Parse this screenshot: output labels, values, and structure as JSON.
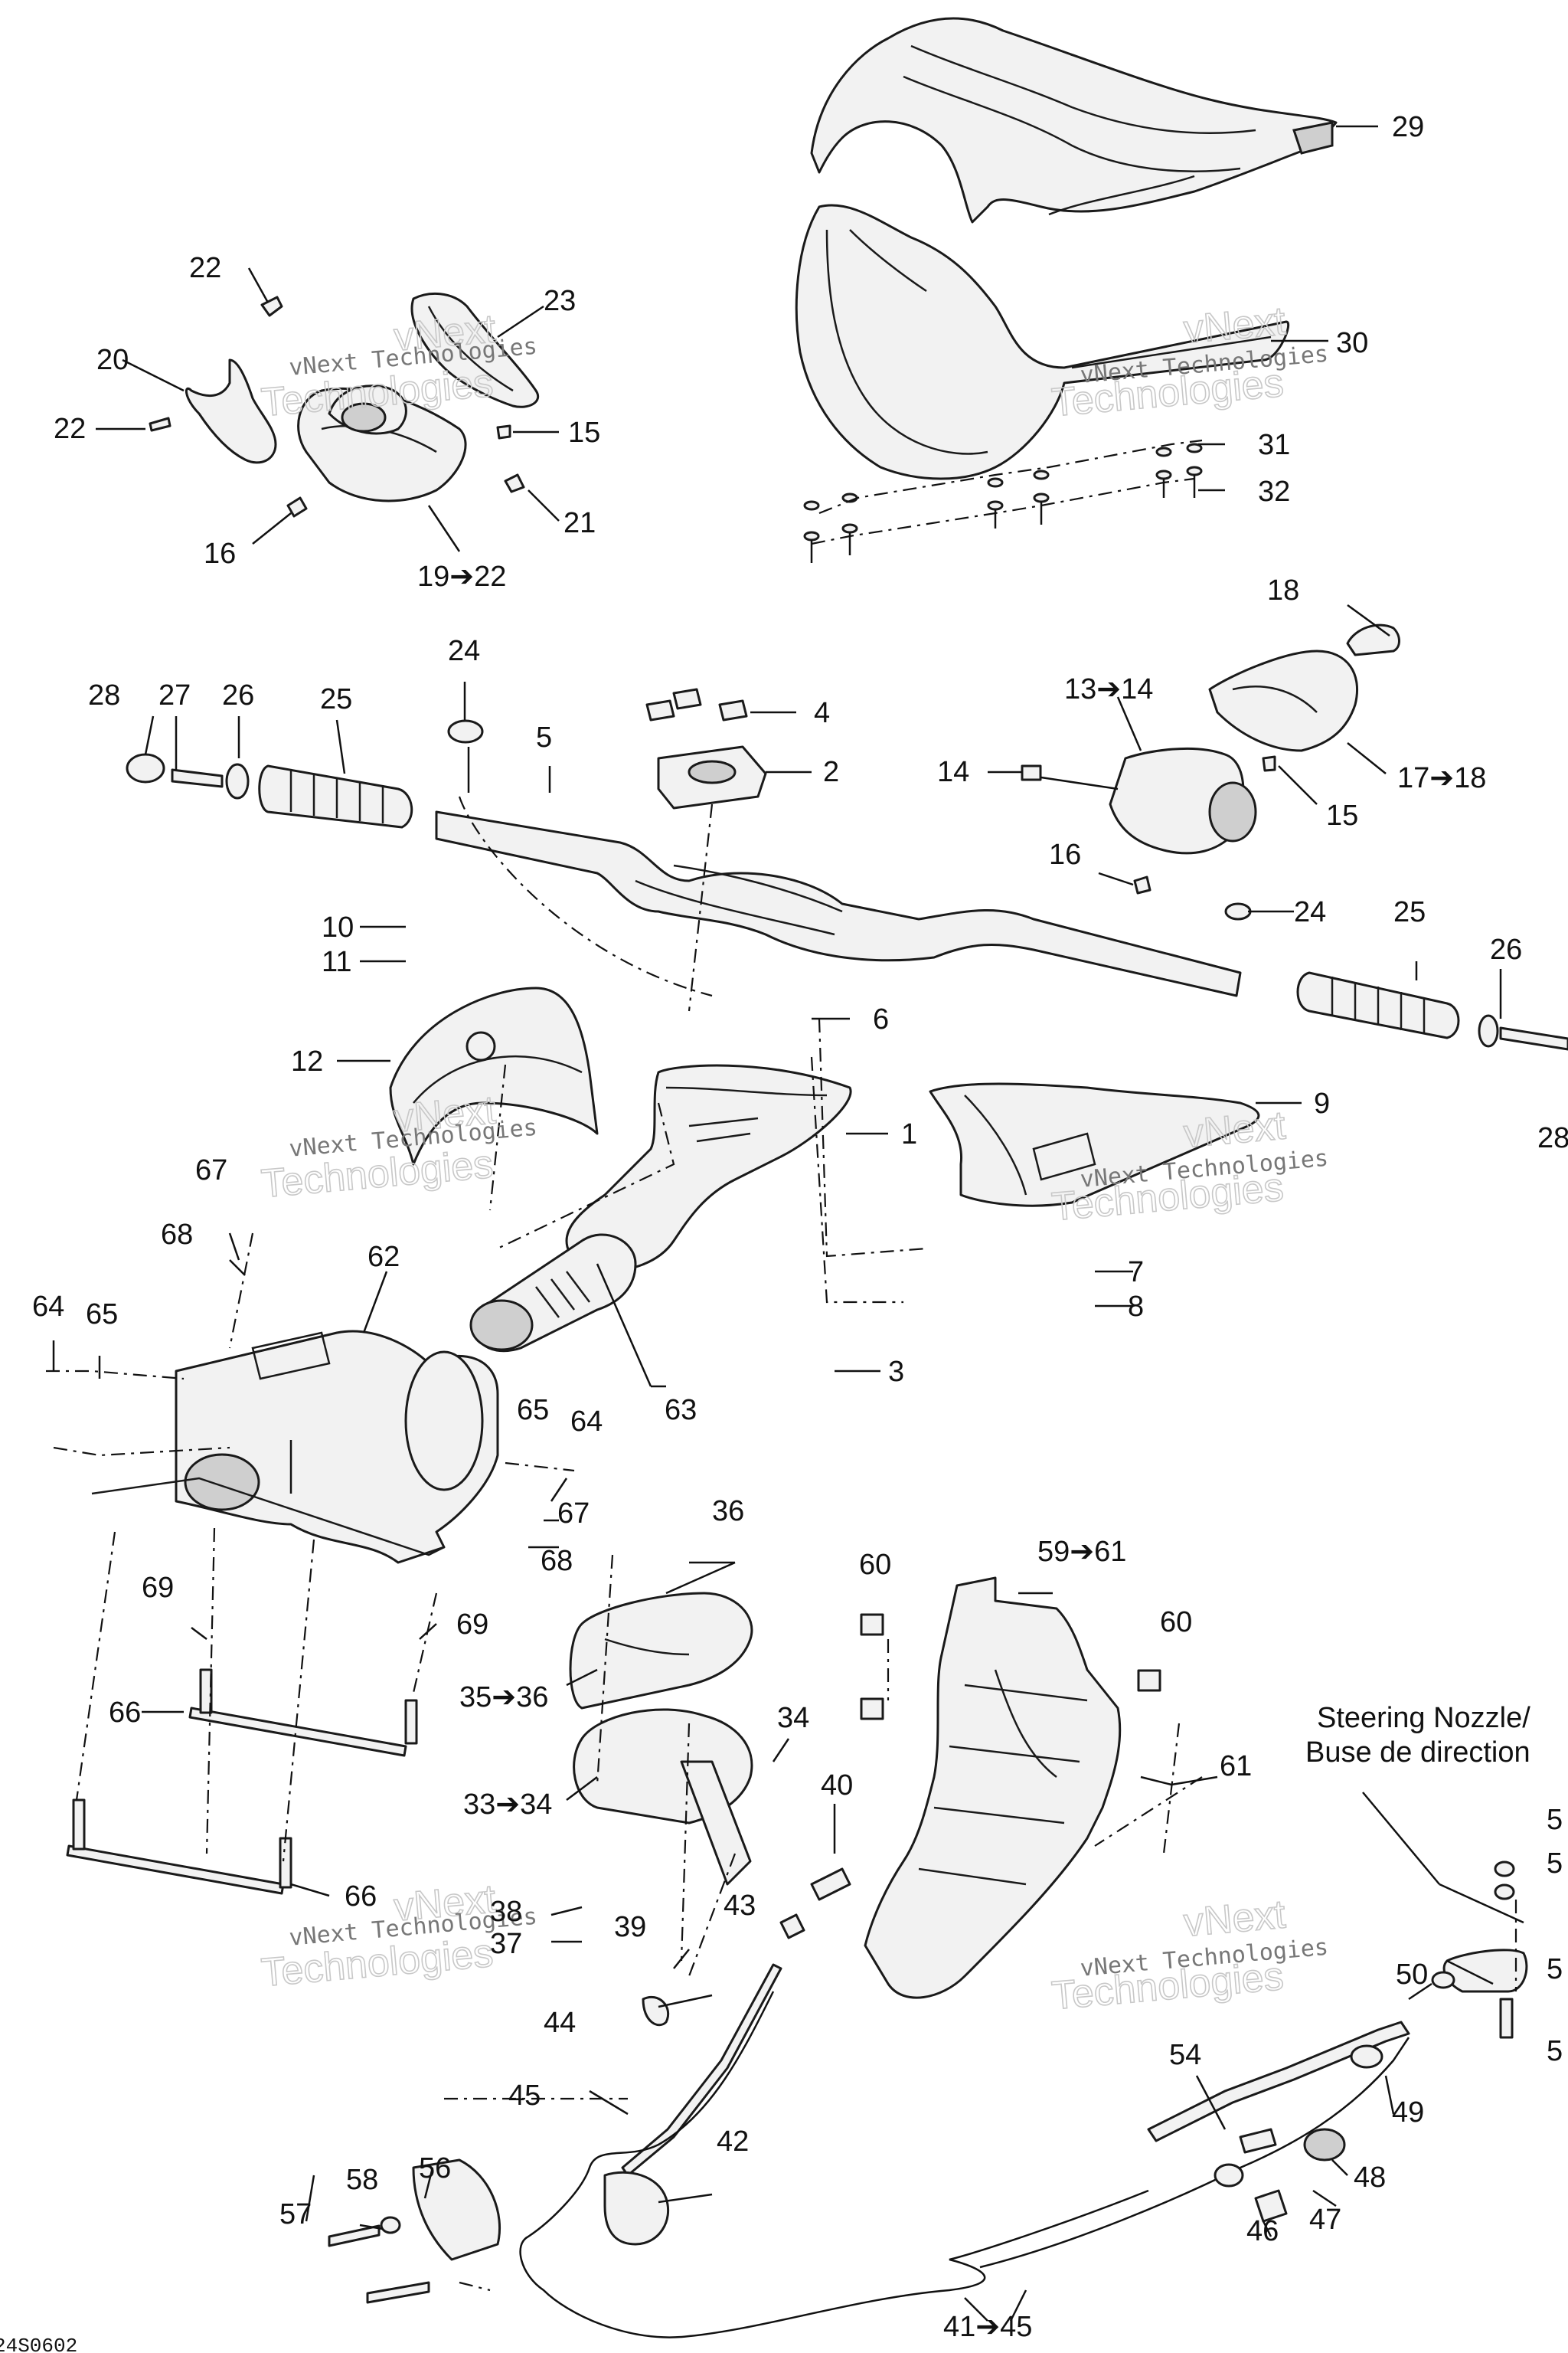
{
  "callouts": {
    "c1": "1",
    "c2": "2",
    "c3": "3",
    "c4": "4",
    "c5": "5",
    "c6": "6",
    "c7": "7",
    "c8": "8",
    "c9": "9",
    "c10": "10",
    "c11": "11",
    "c12": "12",
    "c13_14": "13➔14",
    "c14": "14",
    "c15a": "15",
    "c15b": "15",
    "c16a": "16",
    "c16b": "16",
    "c17_18": "17➔18",
    "c18": "18",
    "c19_22": "19➔22",
    "c20": "20",
    "c21": "21",
    "c22a": "22",
    "c22b": "22",
    "c23": "23",
    "c24a": "24",
    "c24b": "24",
    "c25a": "25",
    "c25b": "25",
    "c26a": "26",
    "c26b": "26",
    "c27": "27",
    "c28a": "28",
    "c28b": "28",
    "c29": "29",
    "c30": "30",
    "c31": "31",
    "c32": "32",
    "c33_34": "33➔34",
    "c34": "34",
    "c35_36": "35➔36",
    "c36": "36",
    "c37": "37",
    "c38": "38",
    "c39": "39",
    "c40": "40",
    "c41_45": "41➔45",
    "c42": "42",
    "c43": "43",
    "c44": "44",
    "c45": "45",
    "c46": "46",
    "c47": "47",
    "c48": "48",
    "c49": "49",
    "c50": "50",
    "c51": "5",
    "c52": "5",
    "c53": "5",
    "c55": "5",
    "c54": "54",
    "c56": "56",
    "c57": "57",
    "c58": "58",
    "c59_61": "59➔61",
    "c60a": "60",
    "c60b": "60",
    "c61": "61",
    "c62": "62",
    "c63": "63",
    "c64a": "64",
    "c64b": "64",
    "c65a": "65",
    "c65b": "65",
    "c66a": "66",
    "c66b": "66",
    "c67a": "67",
    "c67b": "67",
    "c68a": "68",
    "c68b": "68",
    "c69a": "69",
    "c69b": "69"
  },
  "nozzle_label": {
    "line1": "Steering Nozzle/",
    "line2": "Buse de direction"
  },
  "watermark": {
    "company": "vNext Technologies",
    "outline_top": "vNext",
    "outline_bottom": "Technologies"
  },
  "figure_ref": "24S0602"
}
